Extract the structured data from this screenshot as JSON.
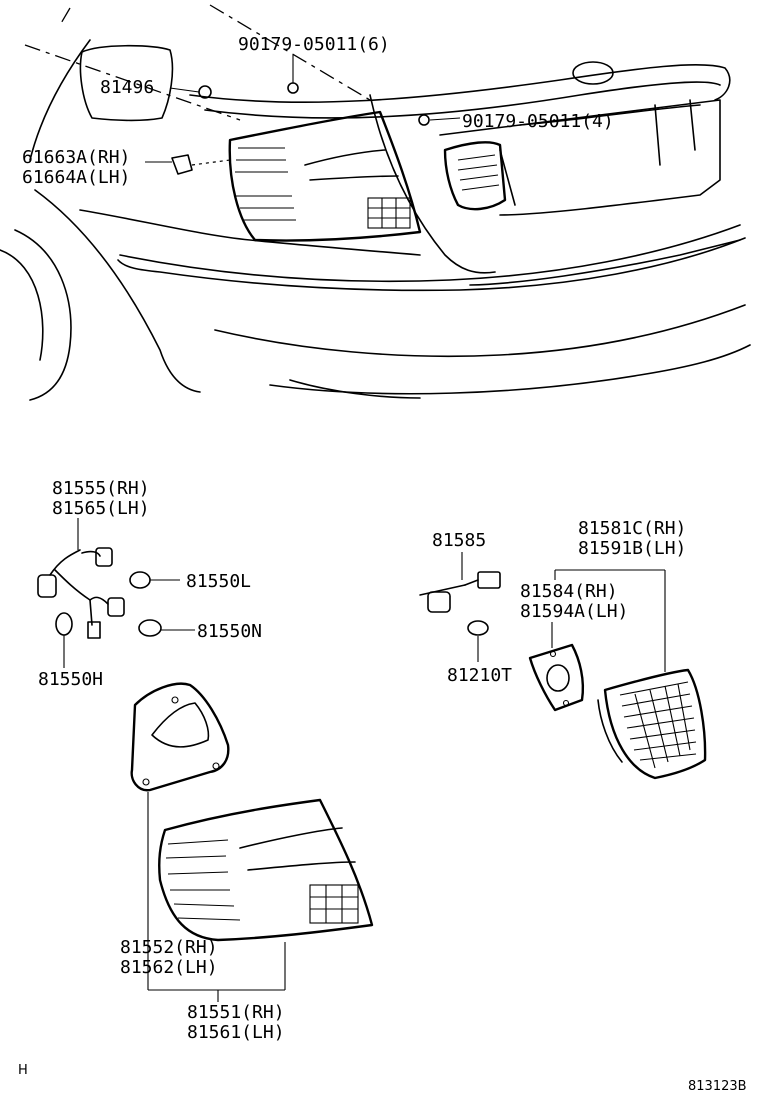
{
  "labels": {
    "bolt_upper": "90179-05011(6)",
    "bolt_lower": "90179-05011(4)",
    "clip": "81496",
    "socket_rh": "61663A(RH)",
    "socket_lh": "61664A(LH)",
    "harness_rh": "81555(RH)",
    "harness_lh": "81565(LH)",
    "bulb_l": "81550L",
    "bulb_n": "81550N",
    "bulb_h": "81550H",
    "wire_81585": "81585",
    "bulb_t": "81210T",
    "inner_rh": "81581C(RH)",
    "inner_lh": "81591B(LH)",
    "gasket_rh": "81584(RH)",
    "gasket_lh": "81594A(LH)",
    "lens_gasket_rh": "81552(RH)",
    "lens_gasket_lh": "81562(LH)",
    "assy_rh": "81551(RH)",
    "assy_lh": "81561(LH)"
  },
  "footer": {
    "left_mark": "H",
    "figure_code": "813123B"
  }
}
